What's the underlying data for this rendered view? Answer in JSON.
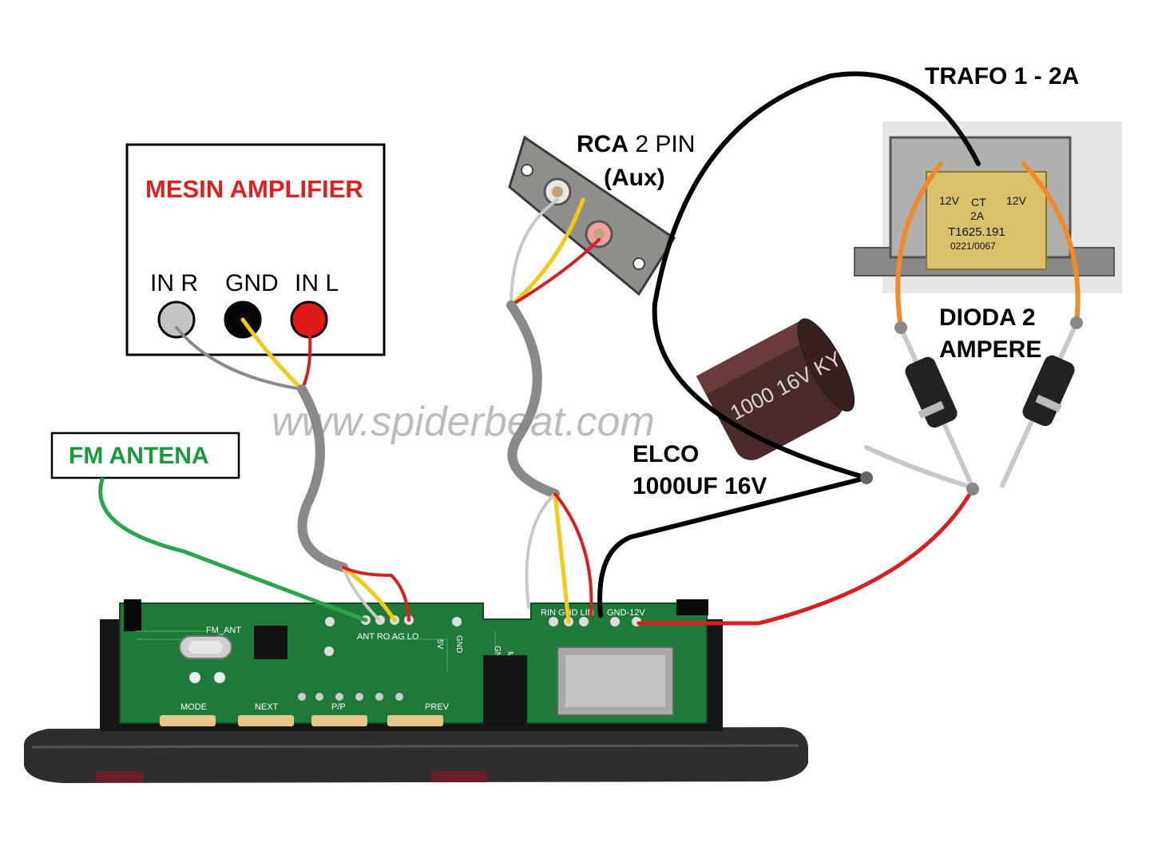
{
  "amplifier": {
    "title": "MESIN AMPLIFIER",
    "pins": {
      "in_r": "IN R",
      "gnd": "GND",
      "in_l": "IN L"
    }
  },
  "antenna": {
    "label": "FM ANTENA"
  },
  "rca": {
    "title_bold": "RCA",
    "title_rest": " 2 PIN",
    "subtitle": "(Aux)"
  },
  "trafo": {
    "title": "TRAFO 1 - 2A",
    "label_left": "12V",
    "label_ct": "CT",
    "label_right": "12V",
    "label_current": "2A",
    "label_model": "T1625.191",
    "label_code": "0221/0067"
  },
  "diode": {
    "line1": "DIODA 2",
    "line2": "AMPERE"
  },
  "elco": {
    "line1": "ELCO",
    "line2": "1000UF 16V",
    "body_text": "1000 16V KY"
  },
  "watermark": "www.spiderbeat.com",
  "board": {
    "fm_ant": "FM_ANT",
    "pins_left": "ANT RO AG LO",
    "pins_mid": "RIN GND LIN",
    "pins_power": "GND-12V",
    "pin_5v": "5V",
    "pin_gnd": "GND",
    "pin_gnd2": "GND",
    "pin_mic": "MIC",
    "buttons": [
      "MODE",
      "NEXT",
      "P/P",
      "PREV"
    ]
  },
  "colors": {
    "amp_title": "#e02020",
    "antenna_label": "#1a9a3a",
    "pcb": "#1f7a3a",
    "wire_red": "#d81e1e",
    "wire_yellow": "#f4c816",
    "wire_gray": "#8a8a8a",
    "wire_light": "#c8c8c8",
    "wire_black": "#000000",
    "wire_green": "#2ca54a",
    "wire_orange": "#f08a2a"
  }
}
